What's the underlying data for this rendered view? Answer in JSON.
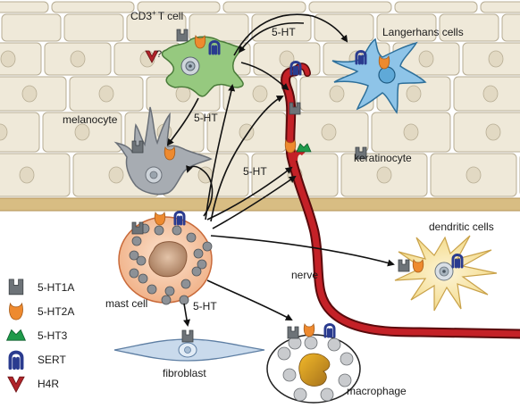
{
  "labels": {
    "cd3_t_cell": "CD3",
    "cd3_sup": "+",
    "cd3_rest": "T cell",
    "langerhans": "Langerhans cells",
    "melanocyte": "melanocyte",
    "keratinocyte": "keratinocyte",
    "dendritic": "dendritic cells",
    "nerve": "nerve",
    "mast_cell": "mast cell",
    "fibroblast": "fibroblast",
    "macrophage": "macrophage",
    "question": "?"
  },
  "arrows": {
    "top": "5-HT",
    "melanocyte": "5-HT",
    "nerve": "5-HT",
    "mast": "5-HT"
  },
  "legend": [
    {
      "label": "5-HT1A",
      "icon": "5ht1a-receptor-icon",
      "color": "#6d7378"
    },
    {
      "label": "5-HT2A",
      "icon": "5ht2a-receptor-icon",
      "color": "#ee8a2f"
    },
    {
      "label": "5-HT3",
      "icon": "5ht3-receptor-icon",
      "color": "#1e9a4a"
    },
    {
      "label": "SERT",
      "icon": "sert-transporter-icon",
      "color": "#2a3b8f"
    },
    {
      "label": "H4R",
      "icon": "h4r-receptor-icon",
      "color": "#b0242a"
    }
  ],
  "colors": {
    "epidermis_cell": "#efe9d9",
    "basement_membrane": "#d8bd83",
    "tcell": "#8fc47a",
    "langerhans": "#8cc2e6",
    "melanocyte": "#a8adb3",
    "mast_cell": "#f4c4a3",
    "dendritic": "#f7e3a6",
    "fibroblast": "#c8d8ea",
    "nerve": "#b01e22"
  }
}
